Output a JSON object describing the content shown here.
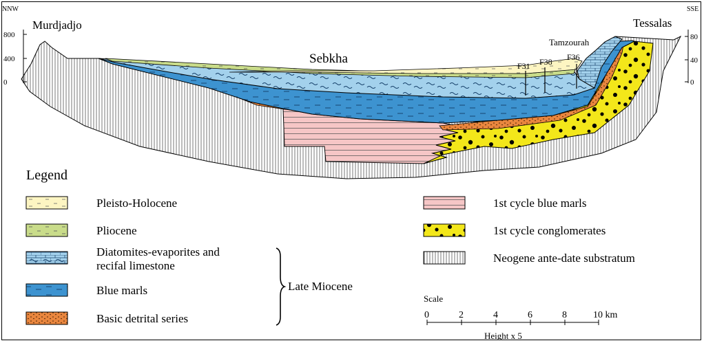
{
  "section": {
    "left_direction": "NNW",
    "right_direction": "SSE",
    "left_axis_ticks": [
      "800",
      "400",
      "0"
    ],
    "right_axis_ticks": [
      "80",
      "40",
      "0"
    ],
    "place_labels": {
      "murdjadjo": "Murdjadjo",
      "tessalas": "Tessalas",
      "sebkha": "Sebkha",
      "tamzourah": "Tamzourah"
    },
    "wells": [
      "F31",
      "F38",
      "F36"
    ]
  },
  "legend": {
    "title": "Legend",
    "items": [
      {
        "key": "pleisto",
        "label": "Pleisto-Holocene",
        "color": "#fdf5c2"
      },
      {
        "key": "pliocene",
        "label": "Pliocene",
        "color": "#c9dc8a"
      },
      {
        "key": "diatomites",
        "label_line1": "Diatomites-evaporites and",
        "label_line2": "recifal limestone",
        "color": "#a3d1ec"
      },
      {
        "key": "bluemarls",
        "label": "Blue marls",
        "color": "#3d93d0"
      },
      {
        "key": "detrital",
        "label": "Basic detrital series",
        "color": "#e9863e"
      },
      {
        "key": "marls1",
        "label": "1st cycle blue marls",
        "color": "#f6c6c6"
      },
      {
        "key": "conglo",
        "label": "1st cycle conglomerates",
        "color": "#f3e71a"
      },
      {
        "key": "substratum",
        "label": "Neogene ante-date substratum",
        "color": "#ffffff"
      }
    ],
    "group_label": "Late Miocene"
  },
  "scale": {
    "title": "Scale",
    "ticks": [
      "0",
      "2",
      "4",
      "6",
      "8",
      "10 km"
    ],
    "note": "Height x 5"
  }
}
